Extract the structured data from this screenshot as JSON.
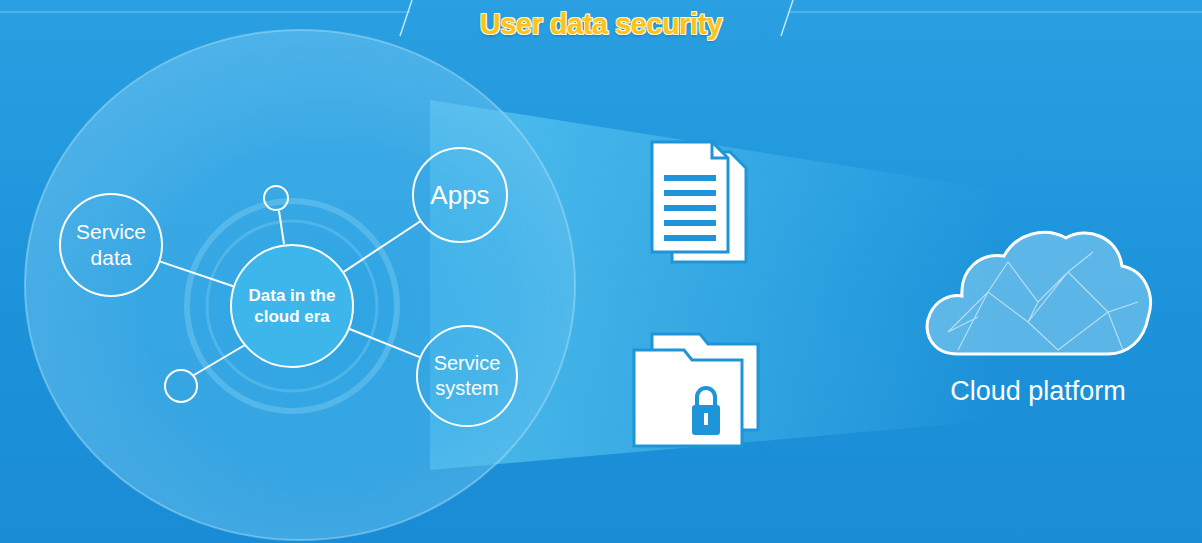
{
  "diagram": {
    "title": "User data security",
    "nodes": [
      {
        "text": [
          "Service data"
        ]
      },
      {
        "text": [
          "Data in the cloud era"
        ]
      },
      {
        "text": [
          "Apps"
        ]
      },
      {
        "text": [
          "Service system"
        ]
      },
      {
        "text": [
          "Cloud platform"
        ]
      }
    ],
    "edges": [
      {
        "from": 1,
        "to": 0,
        "arrow": "none"
      },
      {
        "from": 1,
        "to": 2,
        "arrow": "none"
      },
      {
        "from": 1,
        "to": 3,
        "arrow": "none"
      }
    ]
  }
}
